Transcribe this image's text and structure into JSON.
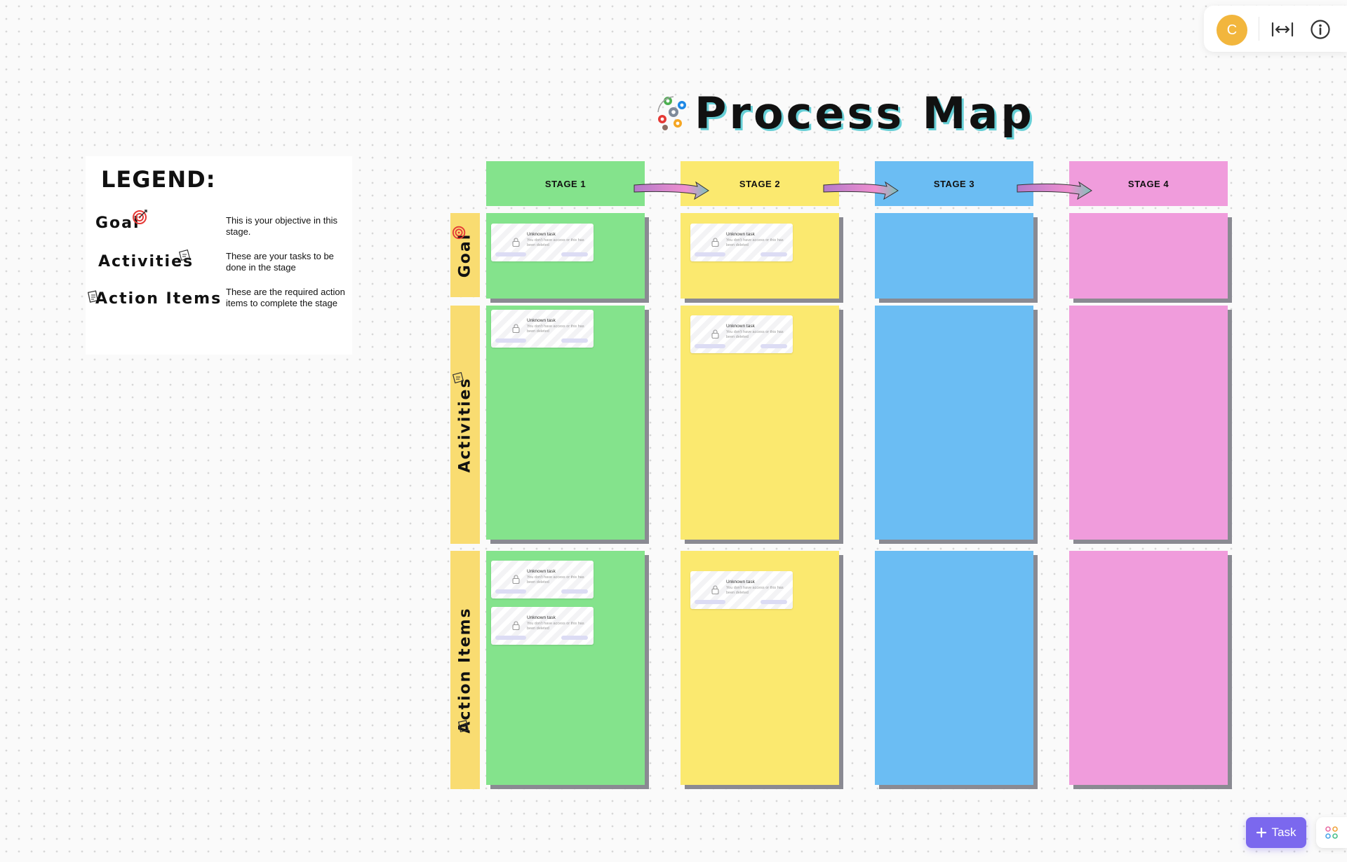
{
  "toolbar": {
    "avatar_initial": "C",
    "fit_icon": "fit-width-icon",
    "info_icon": "info-icon"
  },
  "title": {
    "text": "Process Map",
    "icon": "gears-icon"
  },
  "legend": {
    "title": "LEGEND:",
    "items": [
      {
        "term": "Goal",
        "icon": "target-icon",
        "desc": "This is your objective in this stage."
      },
      {
        "term": "Activities",
        "icon": "note-icon",
        "desc": "These are your tasks to be done in the stage"
      },
      {
        "term": "Action Items",
        "icon": "list-icon",
        "desc": "These are the required action items to complete the stage"
      }
    ]
  },
  "stages": [
    {
      "label": "STAGE 1",
      "color": "#84e38c"
    },
    {
      "label": "STAGE 2",
      "color": "#fbe96f"
    },
    {
      "label": "STAGE 3",
      "color": "#6bbdf3"
    },
    {
      "label": "STAGE 4",
      "color": "#f09cdc"
    }
  ],
  "rows": [
    {
      "label": "Goal",
      "icon": "target-icon"
    },
    {
      "label": "Activities",
      "icon": "note-icon"
    },
    {
      "label": "Action Items",
      "icon": "list-icon"
    }
  ],
  "task_card": {
    "title": "Unknown task",
    "subtitle": "You don't have access or this has been deleted"
  },
  "task_button": {
    "label": "Task"
  },
  "colors": {
    "row_label": "#f9dc71",
    "accent": "#7b68ee",
    "title_shadow": "#66cfd6"
  }
}
